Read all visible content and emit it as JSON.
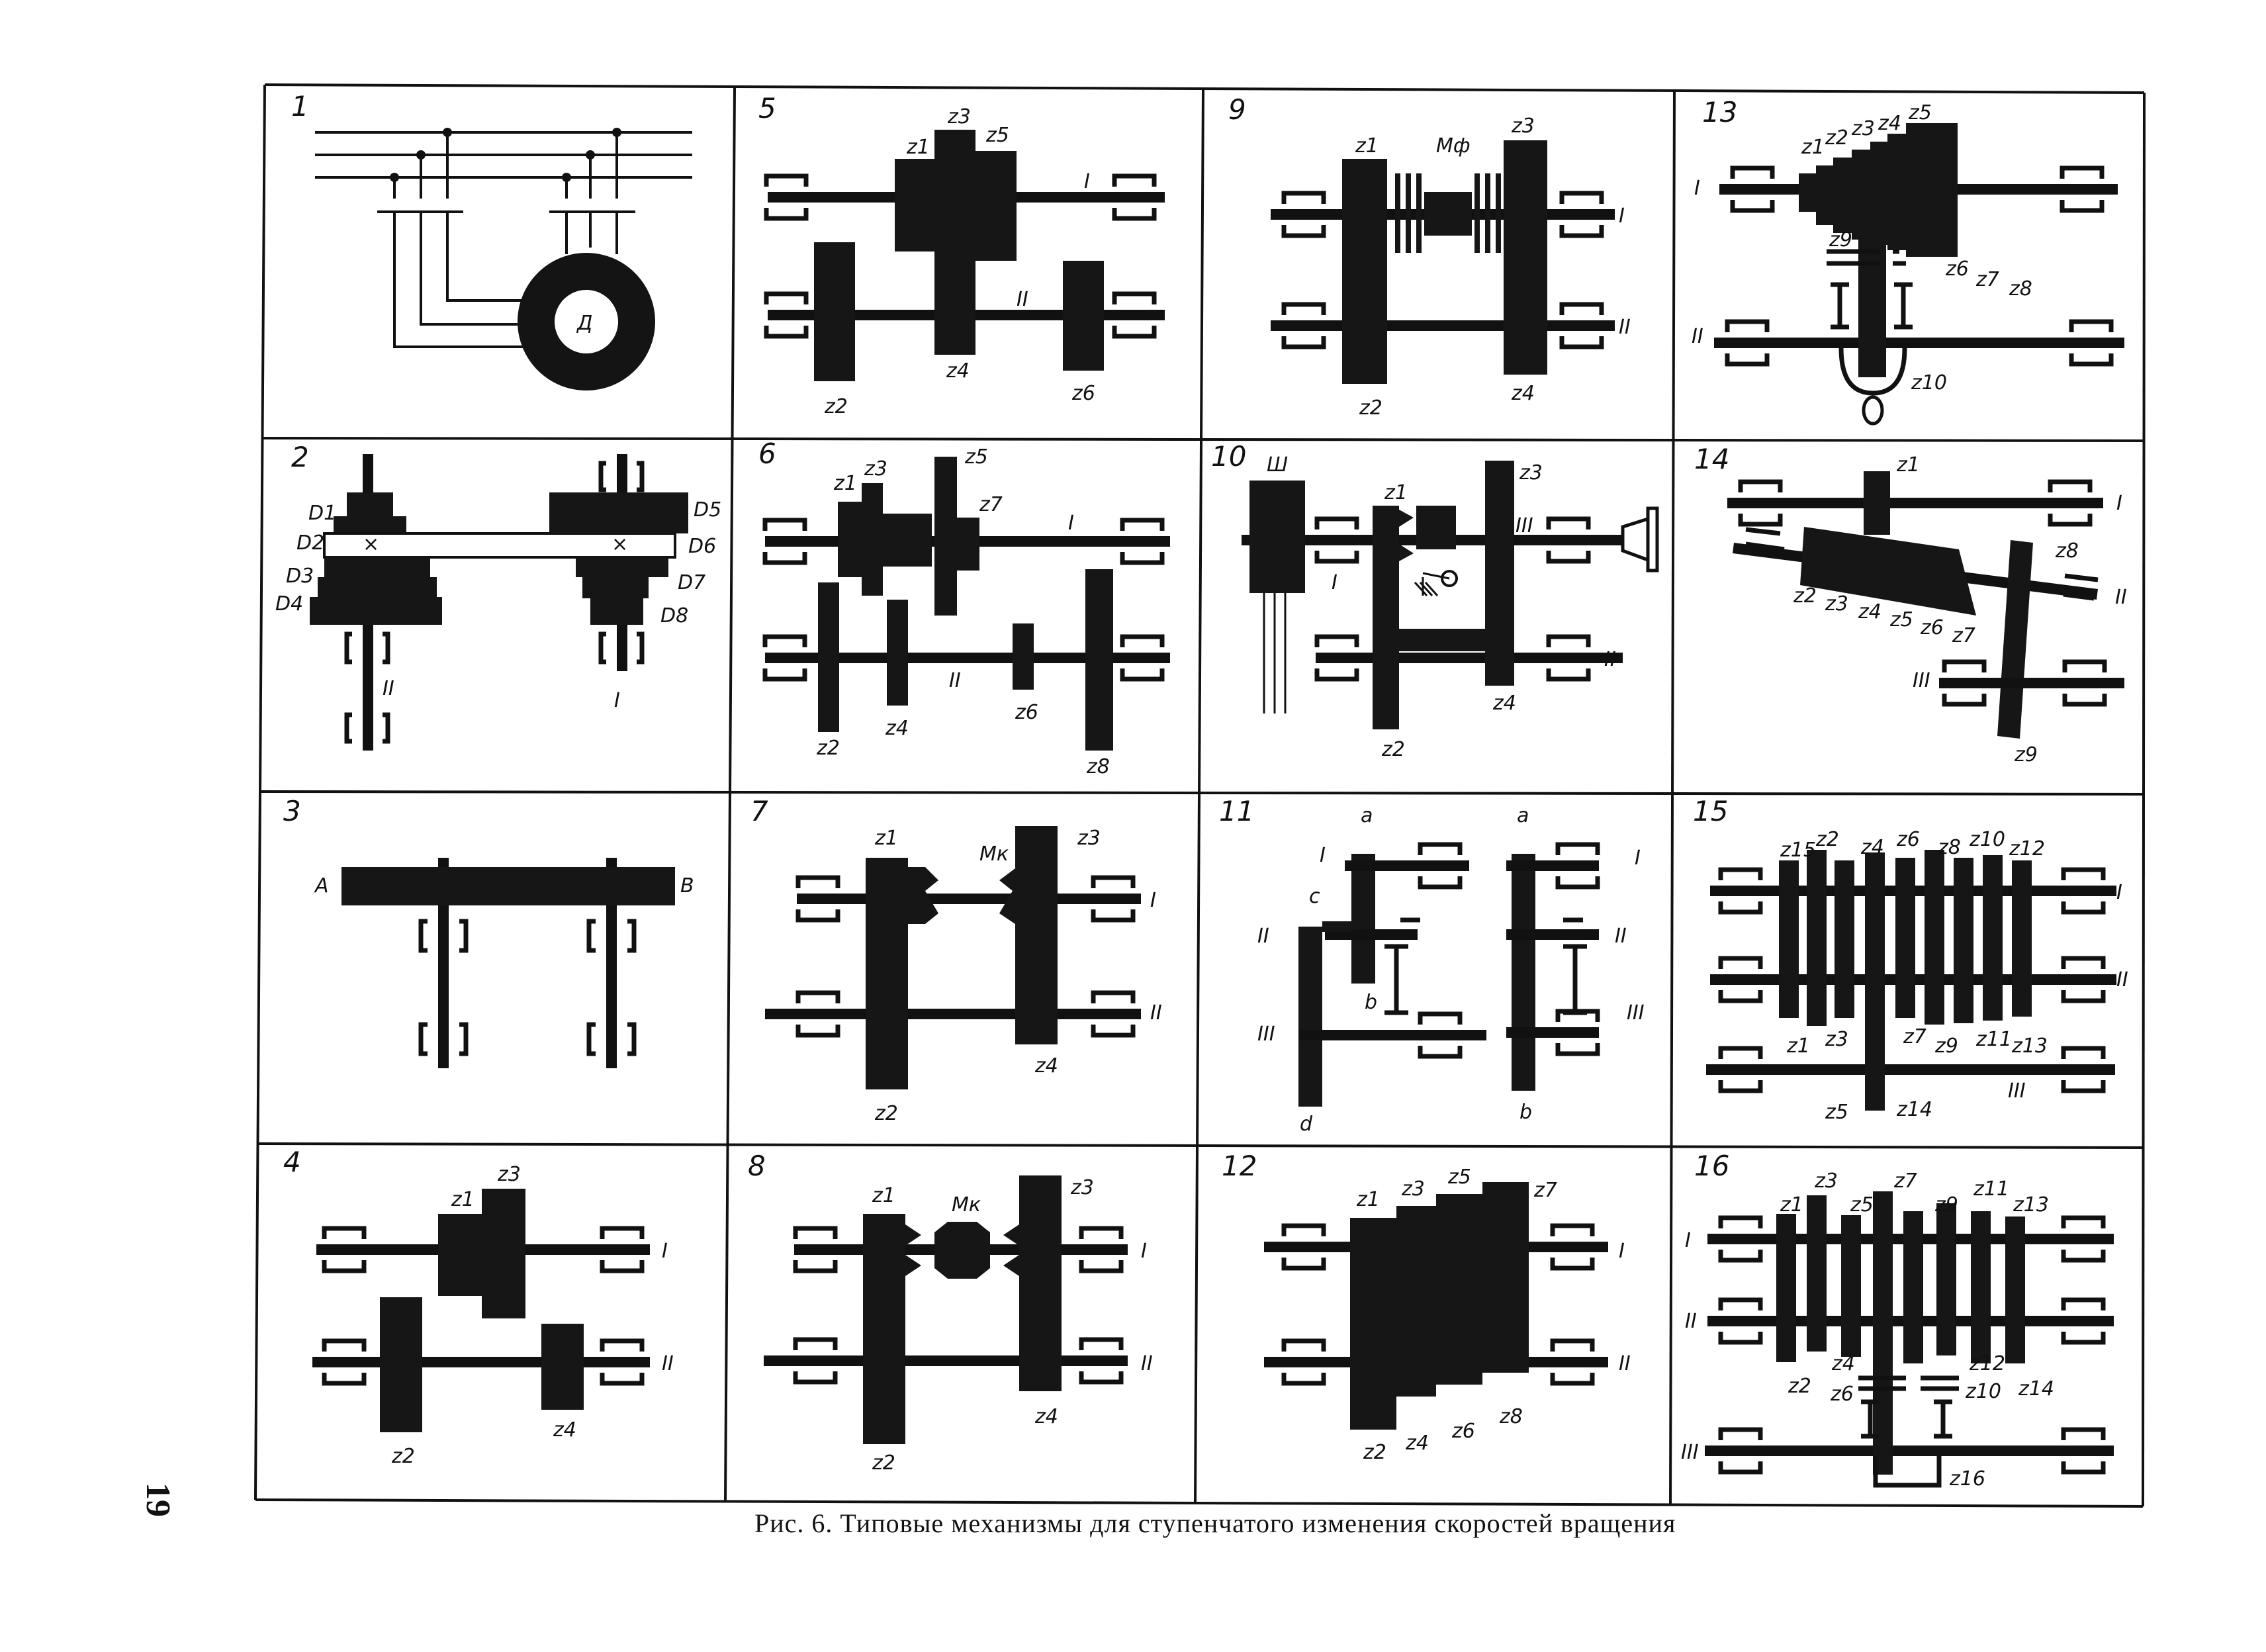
{
  "page_number": "19",
  "caption": "Рис. 6. Типовые механизмы для ступенчатого изменения скоростей вращения",
  "panels": [
    {
      "num": "1",
      "labels": [
        "Д"
      ]
    },
    {
      "num": "2",
      "labels": [
        "D1",
        "D2",
        "D3",
        "D4",
        "D5",
        "D6",
        "D7",
        "D8",
        "II",
        "I"
      ]
    },
    {
      "num": "3",
      "labels": [
        "A",
        "B"
      ]
    },
    {
      "num": "4",
      "labels": [
        "z1",
        "z3",
        "I",
        "II",
        "z2",
        "z4"
      ]
    },
    {
      "num": "5",
      "labels": [
        "z1",
        "z3",
        "z5",
        "I",
        "II",
        "z2",
        "z4",
        "z6"
      ]
    },
    {
      "num": "6",
      "labels": [
        "z1",
        "z3",
        "z5",
        "z7",
        "I",
        "II",
        "z2",
        "z4",
        "z6",
        "z8"
      ]
    },
    {
      "num": "7",
      "labels": [
        "z1",
        "Мк",
        "z3",
        "I",
        "II",
        "z2",
        "z4"
      ]
    },
    {
      "num": "8",
      "labels": [
        "z1",
        "Мк",
        "z3",
        "I",
        "II",
        "z2",
        "z4"
      ]
    },
    {
      "num": "9",
      "labels": [
        "z1",
        "Мф",
        "z3",
        "I",
        "II",
        "z2",
        "z4"
      ]
    },
    {
      "num": "10",
      "labels": [
        "Ш",
        "z1",
        "z3",
        "III",
        "I",
        "II",
        "z4",
        "z2"
      ]
    },
    {
      "num": "11",
      "labels": [
        "a",
        "a",
        "I",
        "I",
        "c",
        "II",
        "II",
        "b",
        "III",
        "III",
        "d",
        "b"
      ]
    },
    {
      "num": "12",
      "labels": [
        "z1",
        "z3",
        "z5",
        "z7",
        "I",
        "II",
        "z2",
        "z4",
        "z6",
        "z8"
      ]
    },
    {
      "num": "13",
      "labels": [
        "z1",
        "z2",
        "z3",
        "z4",
        "z5",
        "I",
        "z9",
        "z6",
        "z7",
        "z8",
        "II",
        "z10"
      ]
    },
    {
      "num": "14",
      "labels": [
        "z1",
        "I",
        "z8",
        "II",
        "z2",
        "z3",
        "z4",
        "z5",
        "z6",
        "z7",
        "III",
        "z9"
      ]
    },
    {
      "num": "15",
      "labels": [
        "z15",
        "z2",
        "z4",
        "z6",
        "z8",
        "z10",
        "z12",
        "I",
        "II",
        "z1",
        "z3",
        "z7",
        "z9",
        "z11",
        "z13",
        "III",
        "z5",
        "z14"
      ]
    },
    {
      "num": "16",
      "labels": [
        "z1",
        "z3",
        "z5",
        "z7",
        "z9",
        "z11",
        "z13",
        "I",
        "II",
        "z4",
        "z12",
        "z2",
        "z6",
        "z10",
        "z14",
        "III",
        "z16"
      ]
    }
  ]
}
